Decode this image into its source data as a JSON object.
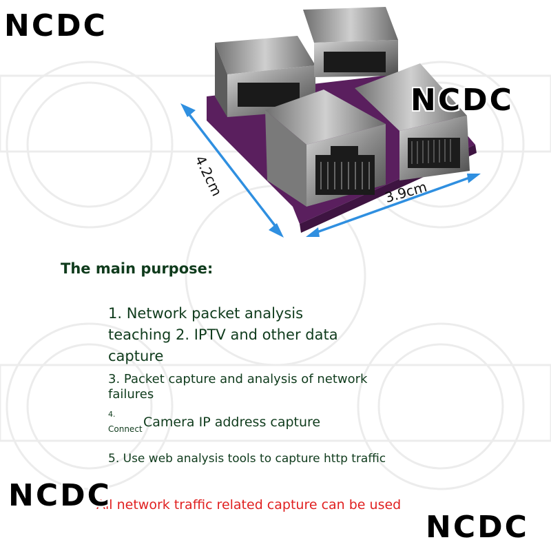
{
  "watermarks": {
    "top_left": "NCDC",
    "middle_right": "NCDC",
    "bottom_left": "NCDC",
    "bottom_right": "NCDC"
  },
  "dimensions": {
    "height": "4.2cm",
    "width": "3.9cm"
  },
  "heading": "The main purpose:",
  "items": {
    "item1": "1. Network packet analysis teaching 2. IPTV and other data capture",
    "item3": "3. Packet capture and analysis of network failures",
    "item4_number": "4.",
    "item4_connect": "Connect",
    "item4_text": "Camera IP address capture",
    "item5": "5. Use web analysis tools to capture http traffic"
  },
  "footer": "All network traffic related capture can be used",
  "colors": {
    "text_green": "#0f3b1c",
    "footer_red": "#e02020",
    "pcb_purple": "#5a1f5e",
    "arrow_blue": "#2f8fe0"
  }
}
